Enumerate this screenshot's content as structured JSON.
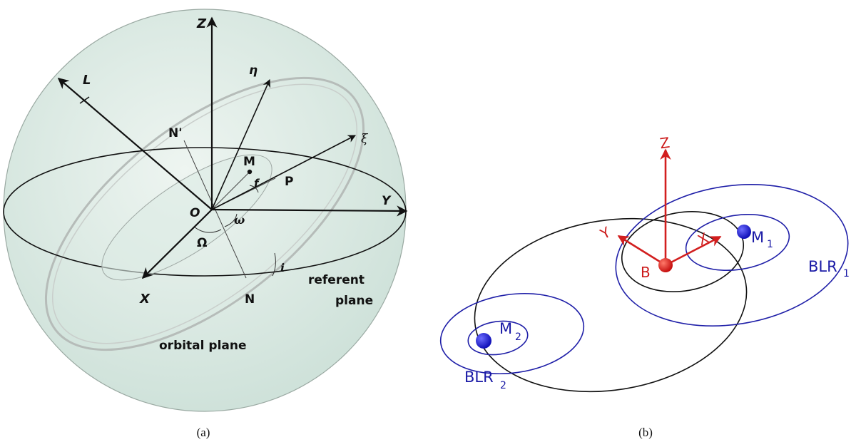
{
  "panel_a": {
    "caption": "(a)",
    "labels": {
      "Z": "Z",
      "L": "L",
      "eta": "η",
      "xi": "ξ",
      "N_prime": "N'",
      "M": "M",
      "f": "f",
      "P": "P",
      "Y": "Y",
      "O": "O",
      "omega": "ω",
      "Omega": "Ω",
      "X": "X",
      "N": "N",
      "i": "i",
      "referent_plane_1": "referent",
      "referent_plane_2": "plane",
      "orbital_plane": "orbital plane"
    }
  },
  "panel_b": {
    "caption": "(b)",
    "labels": {
      "Z": "Z",
      "Y": "Y",
      "X": "X",
      "B": "B",
      "M1": "M",
      "M1_sub": "1",
      "M2": "M",
      "M2_sub": "2",
      "BLR1": "BLR",
      "BLR1_sub": "1",
      "BLR2": "BLR",
      "BLR2_sub": "2"
    },
    "colors": {
      "axes": "#d21e1e",
      "blr": "#1f1fa8",
      "orbit": "#111111",
      "mass": "#1a1ad6"
    }
  }
}
